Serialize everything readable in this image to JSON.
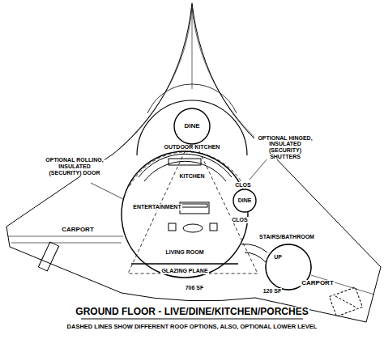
{
  "diagram": {
    "title": "GROUND FLOOR - LIVE/DINE/KITCHEN/PORCHES",
    "caption": "DASHED LINES SHOW DIFFERENT ROOF OPTIONS, ALSO, OPTIONAL LOWER LEVEL",
    "nodes": [
      {
        "text": [
          "OUTDOOR KITCHEN"
        ]
      },
      {
        "text": [
          "DINE"
        ],
        "in": 0
      },
      {
        "text": [
          "KITCHEN",
          "ENTERTAINMENT",
          "LIVING ROOM",
          "GLAZING PLANE"
        ]
      },
      {
        "text": [
          "DINE"
        ],
        "in": 2
      },
      {
        "text": [
          "STAIRS/BATHROOM",
          "UP"
        ]
      }
    ],
    "labels": [
      "OPTIONAL HINGED, INSULATED (SECURITY) SHUTTERS",
      "OPTIONAL ROLLING, INSULATED (SECURITY) DOOR",
      "CLOS",
      "CLOS",
      "CARPORT",
      "CARPORT",
      "706 SF",
      "120 SF"
    ]
  }
}
